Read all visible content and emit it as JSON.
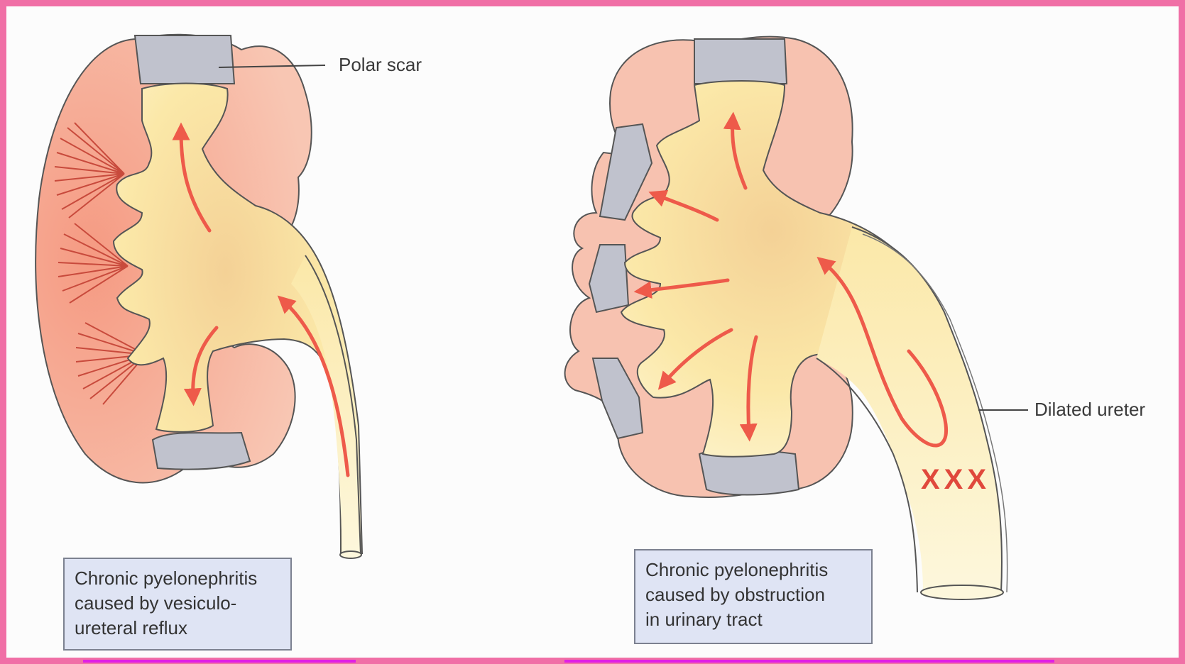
{
  "labels": {
    "polar_scar": "Polar scar",
    "dilated_ureter": "Dilated ureter",
    "obstruction_marks": "XXX"
  },
  "captions": {
    "left": [
      "Chronic pyelonephritis",
      "caused by vesiculo-",
      "ureteral reflux"
    ],
    "right": [
      "Chronic pyelonephritis",
      "caused by obstruction",
      "in urinary tract"
    ]
  },
  "colors": {
    "frame": "#f06fa6",
    "cortex": "#f7c2b0",
    "pelvis": "#fbe6a3",
    "scar": "#bcbcc8",
    "arrow": "#ee5a4a"
  }
}
